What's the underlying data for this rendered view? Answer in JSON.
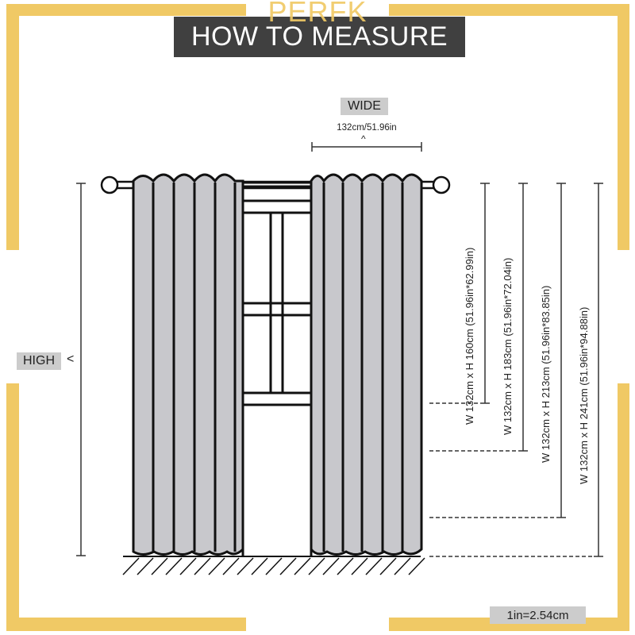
{
  "header": {
    "title": "HOW TO MEASURE",
    "brand_watermark": "PERFK"
  },
  "width_info": {
    "label": "WIDE",
    "dimension": "132cm/51.96in",
    "caret": "^"
  },
  "height_info": {
    "label": "HIGH",
    "caret": "<"
  },
  "sizes": [
    {
      "label": "W 132cm x H 160cm (51.96in*62.99in)",
      "width_cm": 132,
      "height_cm": 160,
      "width_in": 51.96,
      "height_in": 62.99
    },
    {
      "label": "W 132cm x H 183cm (51.96in*72.04in)",
      "width_cm": 132,
      "height_cm": 183,
      "width_in": 51.96,
      "height_in": 72.04
    },
    {
      "label": "W 132cm x H 213cm (51.96in*83.85in)",
      "width_cm": 132,
      "height_cm": 213,
      "width_in": 51.96,
      "height_in": 83.85
    },
    {
      "label": "W 132cm x H 241cm (51.96in*94.88in)",
      "width_cm": 132,
      "height_cm": 241,
      "width_in": 51.96,
      "height_in": 94.88
    }
  ],
  "conversion_note": "1in=2.54cm",
  "colors": {
    "frame": "#f0c965",
    "title_background": "#404040",
    "label_background": "#cccccc",
    "curtain_fill": "#c8c8cc"
  }
}
